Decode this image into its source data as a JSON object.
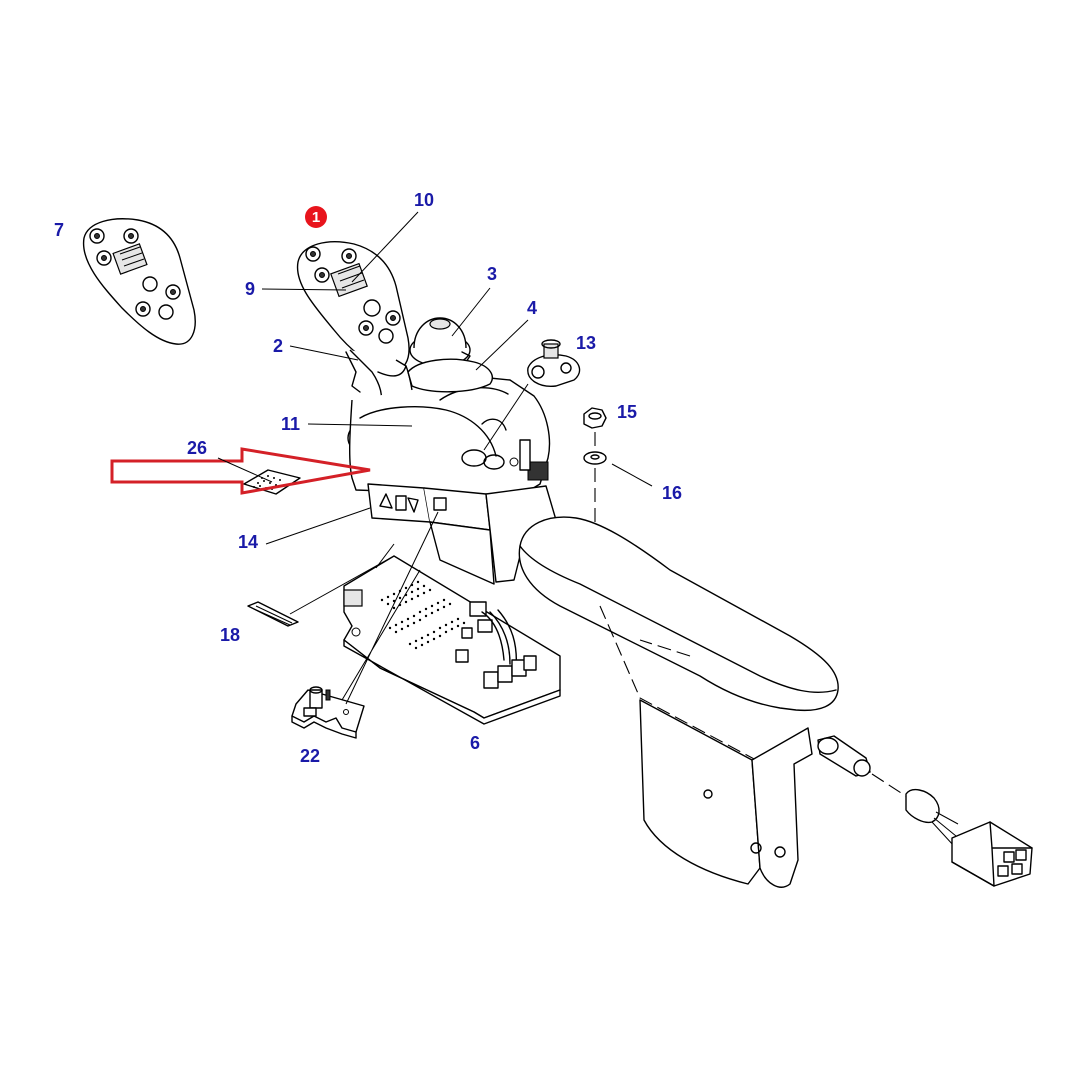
{
  "badge": {
    "label": "1",
    "color": "#e8141c"
  },
  "label_color": "#1a1aa8",
  "arrow_color": "#d42027",
  "part_labels": {
    "p7": "7",
    "p10": "10",
    "p9": "9",
    "p3": "3",
    "p4": "4",
    "p13": "13",
    "p2": "2",
    "p15": "15",
    "p11": "11",
    "p26": "26",
    "p16": "16",
    "p14": "14",
    "p18": "18",
    "p6": "6",
    "p22": "22"
  }
}
